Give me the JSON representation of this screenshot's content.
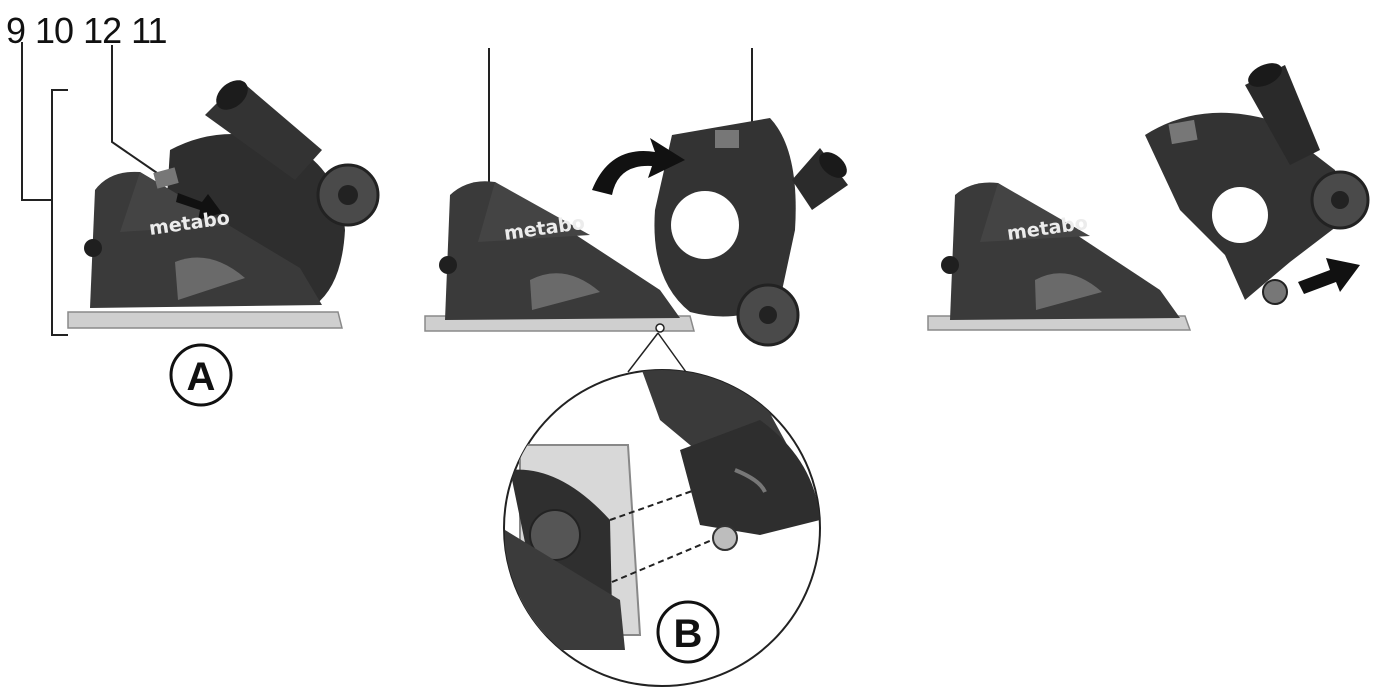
{
  "callouts": [
    "9",
    "10",
    "12",
    "11"
  ],
  "brand": "metabo",
  "badges": {
    "a": "A",
    "b": "B"
  },
  "colors": {
    "housing": "#2b2b2b",
    "housing_mid": "#3a3a3a",
    "highlight": "#6a6a6a",
    "base_plate": "#c9c9c9",
    "arrow": "#111111",
    "line": "#222222"
  }
}
